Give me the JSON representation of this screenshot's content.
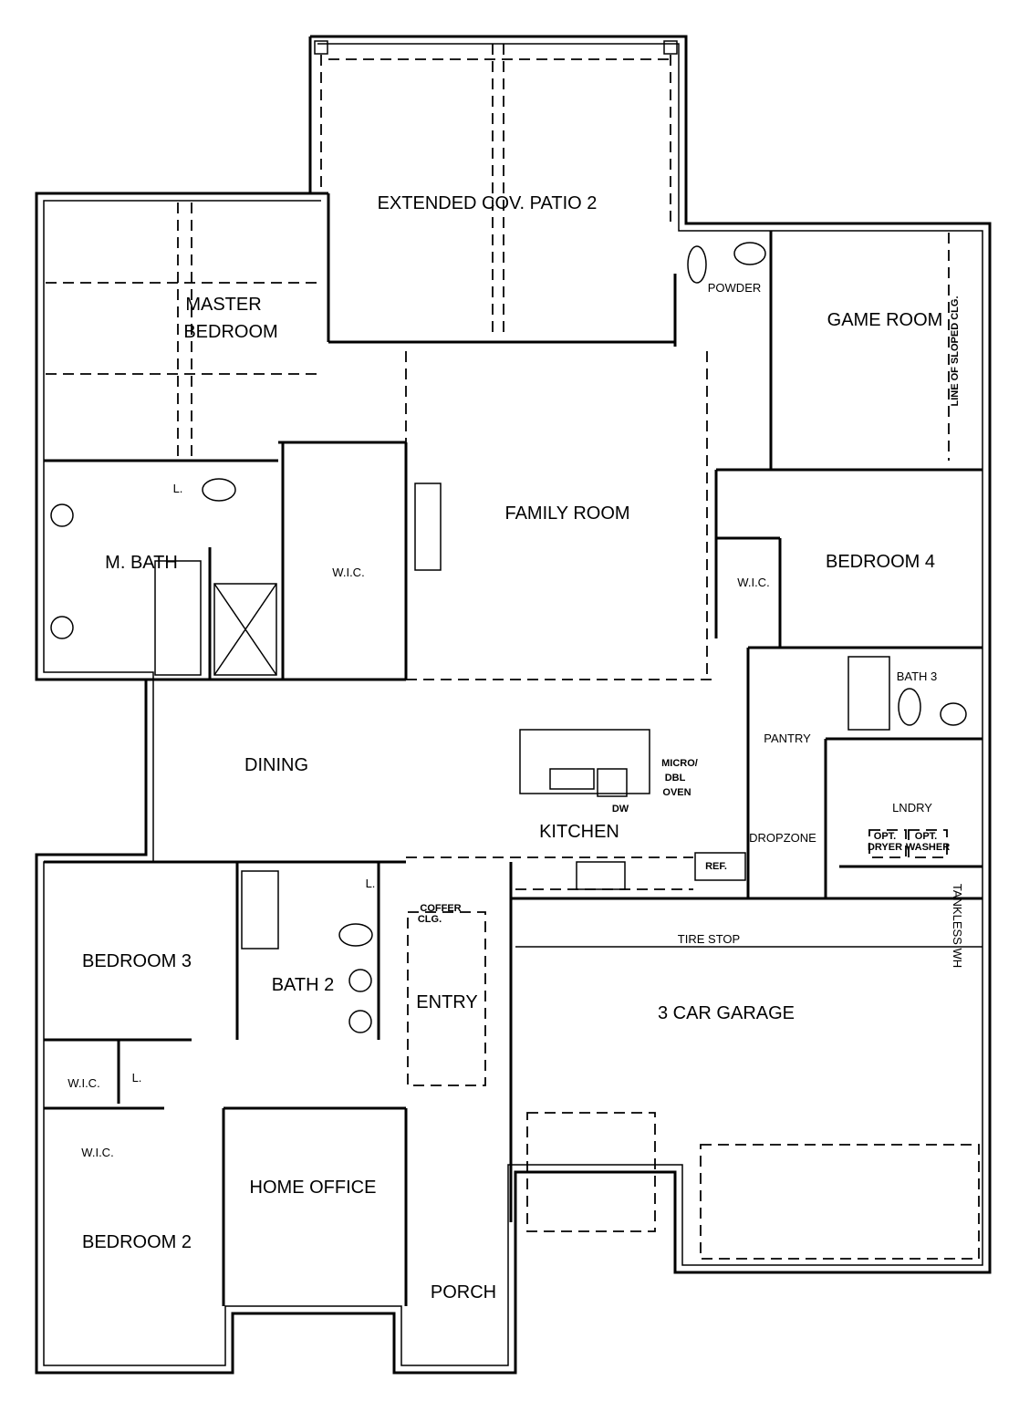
{
  "rooms": {
    "patio": "EXTENDED COV. PATIO 2",
    "master_bedroom_1": "MASTER",
    "master_bedroom_2": "BEDROOM",
    "powder": "POWDER",
    "game_room": "GAME ROOM",
    "sloped_clg": "LINE OF SLOPED CLG.",
    "family_room": "FAMILY ROOM",
    "m_bath": "M. BATH",
    "master_wic": "W.I.C.",
    "linen_master": "L.",
    "bedroom4": "BEDROOM 4",
    "wic4": "W.I.C.",
    "bath3": "BATH 3",
    "pantry": "PANTRY",
    "dining": "DINING",
    "micro_1": "MICRO/",
    "micro_2": "DBL",
    "micro_3": "OVEN",
    "dw": "DW",
    "kitchen": "KITCHEN",
    "laundry": "LNDRY",
    "opt_dryer_1": "OPT.",
    "opt_dryer_2": "DRYER",
    "opt_washer_1": "OPT.",
    "opt_washer_2": "WASHER",
    "dropzone": "DROPZONE",
    "ref": "REF.",
    "tankless": "TANKLESS WH",
    "tire_stop": "TIRE STOP",
    "garage": "3 CAR GARAGE",
    "coffer_1": "COFFER",
    "coffer_2": "CLG.",
    "entry": "ENTRY",
    "bedroom3": "BEDROOM 3",
    "bath2": "BATH 2",
    "linen_bath2": "L.",
    "wic3": "W.I.C.",
    "linen_hall": "L.",
    "wic2": "W.I.C.",
    "bedroom2": "BEDROOM 2",
    "home_office": "HOME OFFICE",
    "porch": "PORCH"
  }
}
